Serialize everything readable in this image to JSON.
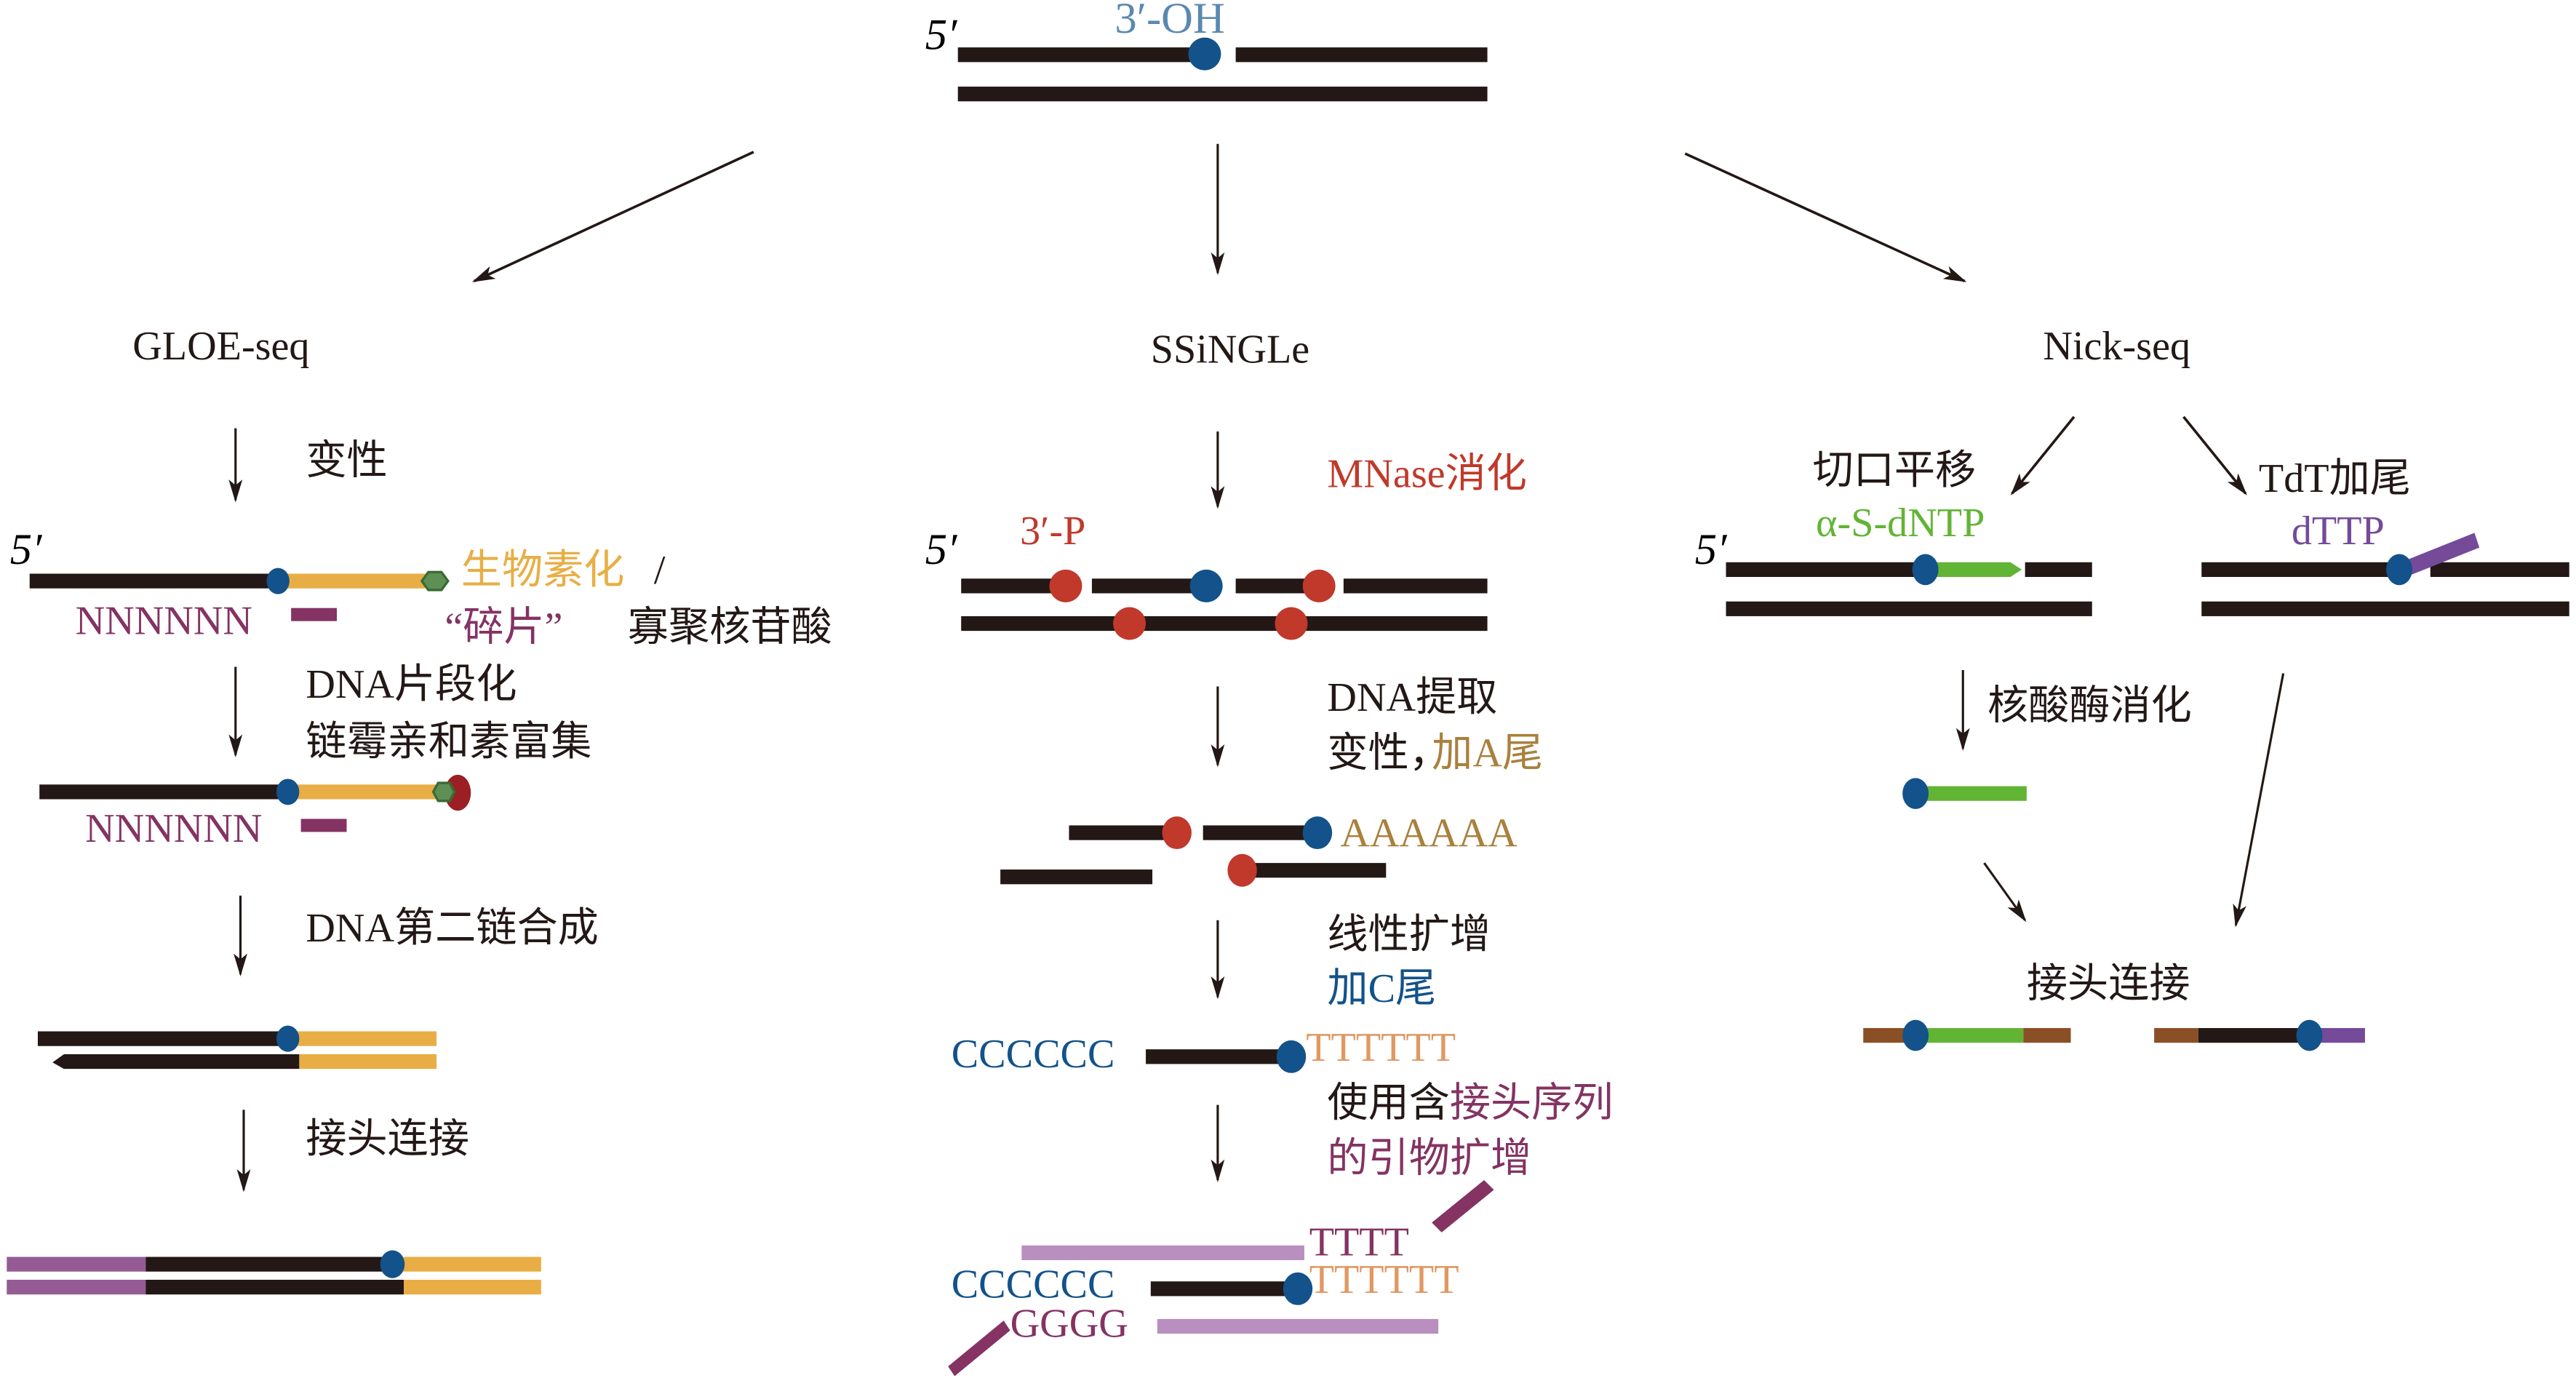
{
  "colors": {
    "dna": "#231815",
    "nick": "#13528a",
    "phosphate": "#c0392b",
    "biotin_strand": "#e8ae45",
    "biotin_tag": "#5e8f55",
    "streptavidin": "#9b1f24",
    "adapter_purple": "#955b94",
    "primer_light": "#b98fbf",
    "primer_dark": "#843363",
    "green_extension": "#62b435",
    "tdt_purple": "#744a99",
    "adapter_brown": "#8b4f25",
    "poly_a": "#a9803c",
    "poly_t": "#e09862",
    "poly_c": "#13528a",
    "oh_label": "#5b88b0"
  },
  "top": {
    "five_prime": "5′",
    "label_3oh": "3′-OH"
  },
  "gloe_seq": {
    "title": "GLOE-seq",
    "step1": "变性",
    "five_prime": "5′",
    "biotin_label": "生物素化",
    "slash": "/",
    "fragment_label_colored": "“碎片”",
    "fragment_label_rest": "寡聚核苷酸",
    "nnnnnn_1": "NNNNNN",
    "step2_line1": "DNA片段化",
    "step2_line2": "链霉亲和素富集",
    "nnnnnn_2": "NNNNNN",
    "step3": "DNA第二链合成",
    "step4": "接头连接"
  },
  "ssingle": {
    "title": "SSiNGLe",
    "step1": "MNase消化",
    "five_prime": "5′",
    "label_3p": "3′-P",
    "step2_line1": "DNA提取",
    "step2_line2_black": "变性，",
    "step2_line2_colored": "加A尾",
    "poly_a": "AAAAAA",
    "step3_line1": "线性扩增",
    "step3_line2": "加C尾",
    "poly_c_1": "CCCCCC",
    "poly_t_1": "TTTTTT",
    "step4_line1_black": "使用含",
    "step4_line1_colored": "接头序列",
    "step4_line2": "的引物扩增",
    "poly_t_primer": "TTTT",
    "poly_c_2": "CCCCCC",
    "poly_t_2": "TTTTTT",
    "poly_g": "GGGG"
  },
  "nick_seq": {
    "title": "Nick-seq",
    "branch_left": "切口平移",
    "branch_left_reagent": "α-S-dNTP",
    "branch_right": "TdT加尾",
    "branch_right_reagent": "dTTP",
    "five_prime": "5′",
    "step_digest": "核酸酶消化",
    "step_ligation": "接头连接"
  }
}
